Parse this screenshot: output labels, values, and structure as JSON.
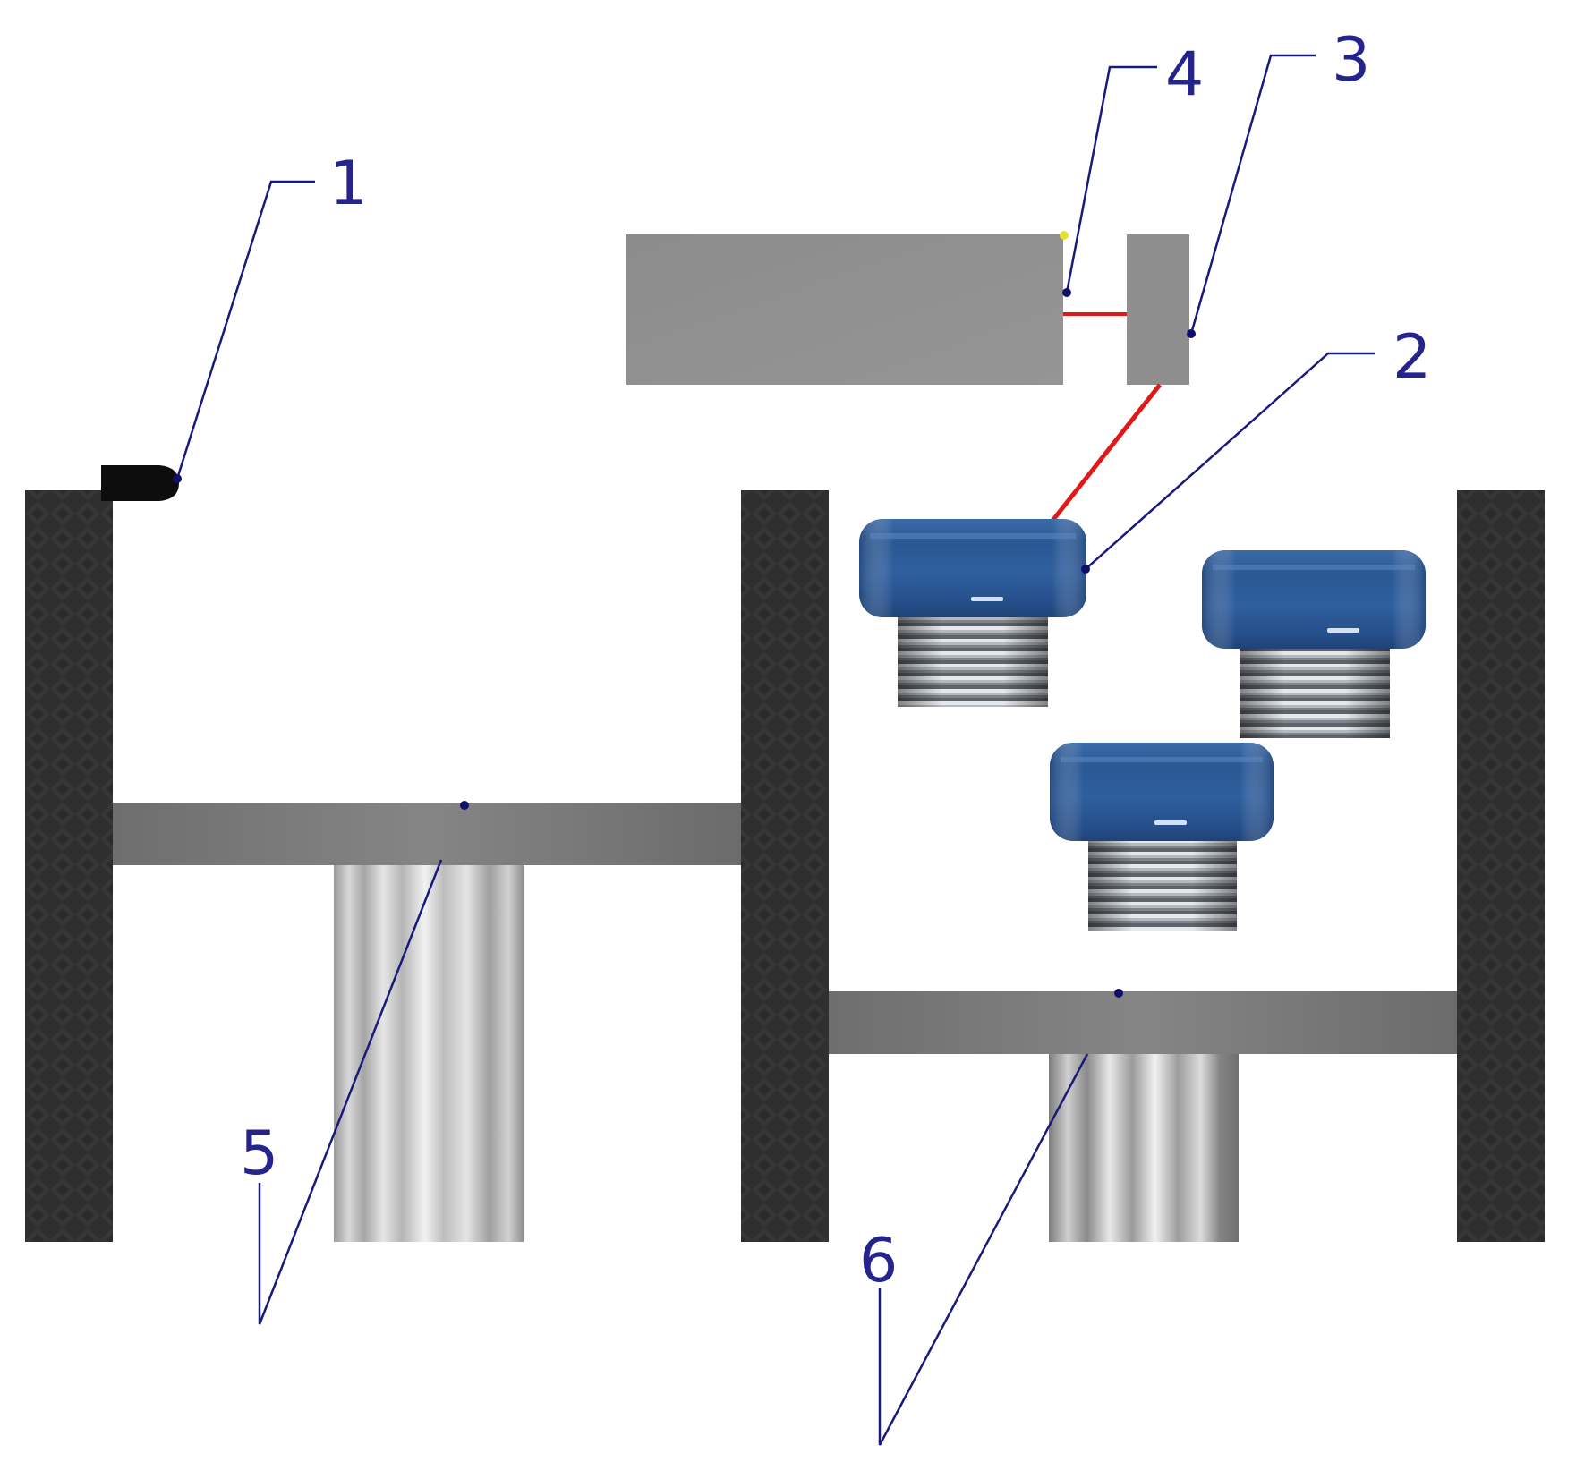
{
  "callouts": [
    {
      "id": "1",
      "label": "1"
    },
    {
      "id": "2",
      "label": "2"
    },
    {
      "id": "3",
      "label": "3"
    },
    {
      "id": "4",
      "label": "4"
    },
    {
      "id": "5",
      "label": "5"
    },
    {
      "id": "6",
      "label": "6"
    }
  ],
  "colors": {
    "wall": "#2f2f2f",
    "plate": "#7a7a7a",
    "scraper": "#8f8f8f",
    "cap_blue": "#2f5f9e",
    "thread": "#8a9096",
    "laser_line": "#e01818",
    "label_text": "#24248c",
    "leader_line": "#1a1a7a"
  }
}
